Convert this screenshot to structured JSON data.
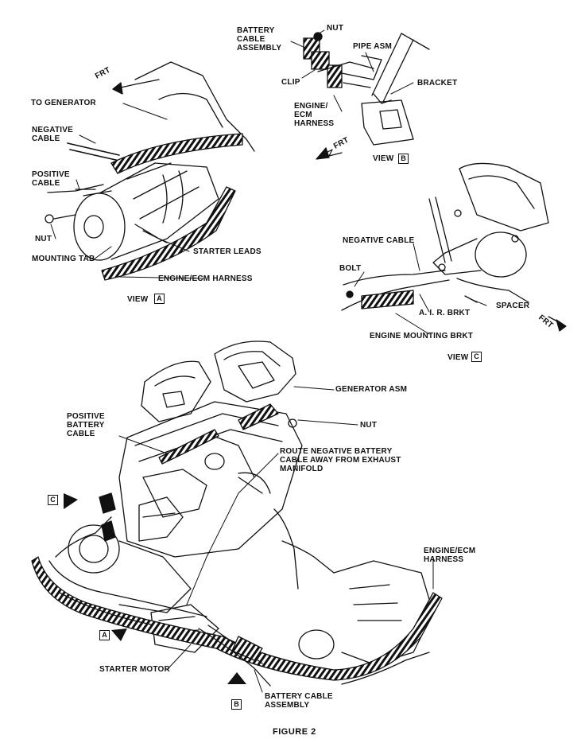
{
  "figure_title": "FIGURE 2",
  "views": {
    "a": {
      "label": "VIEW",
      "box": "A"
    },
    "b": {
      "label": "VIEW",
      "box": "B"
    },
    "c": {
      "label": "VIEW",
      "box": "C"
    }
  },
  "frt": "FRT",
  "callouts": {
    "battery_cable_assembly_top": "BATTERY\nCABLE\nASSEMBLY",
    "nut_top": "NUT",
    "pipe_asm": "PIPE ASM",
    "clip": "CLIP",
    "bracket": "BRACKET",
    "engine_ecm_harness_b": "ENGINE/\nECM\nHARNESS",
    "to_generator": "TO GENERATOR",
    "negative_cable_a": "NEGATIVE\nCABLE",
    "positive_cable_a": "POSITIVE\nCABLE",
    "nut_a": "NUT",
    "mounting_tab": "MOUNTING TAB",
    "starter_leads": "STARTER LEADS",
    "engine_ecm_harness_a": "ENGINE/ECM HARNESS",
    "negative_cable_c": "NEGATIVE CABLE",
    "bolt": "BOLT",
    "air_brkt": "A. I. R. BRKT",
    "spacer": "SPACER",
    "engine_mounting_brkt": "ENGINE MOUNTING BRKT",
    "generator_asm": "GENERATOR ASM",
    "nut_main": "NUT",
    "positive_battery_cable": "POSITIVE\nBATTERY\nCABLE",
    "route_note": "ROUTE NEGATIVE BATTERY\nCABLE AWAY FROM EXHAUST\nMANIFOLD",
    "engine_ecm_harness_main": "ENGINE/ECM\nHARNESS",
    "starter_motor": "STARTER MOTOR",
    "battery_cable_assembly_main": "BATTERY CABLE\nASSEMBLY"
  },
  "arrow_markers": {
    "c": "C",
    "a": "A",
    "b": "B"
  }
}
